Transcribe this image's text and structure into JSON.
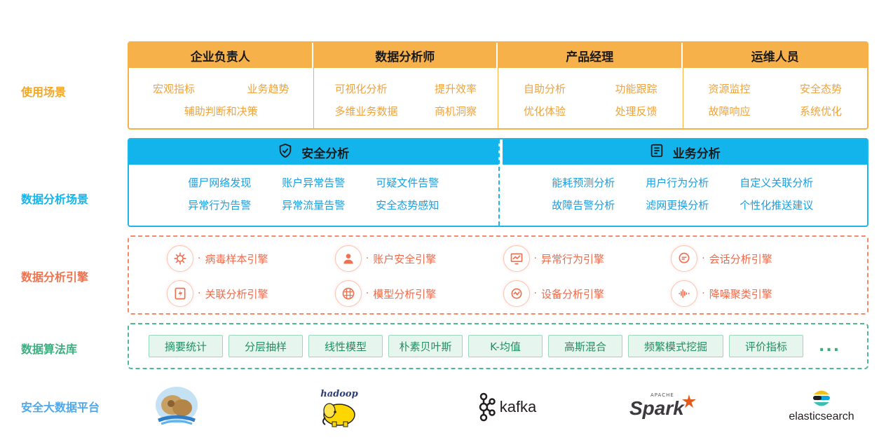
{
  "rows": {
    "usage": "使用场景",
    "scenario": "数据分析场景",
    "engine": "数据分析引擎",
    "algorithm": "数据算法库",
    "platform": "安全大数据平台"
  },
  "colors": {
    "usage": "#f5a623",
    "scenario": "#13b4ec",
    "engine": "#f58a6a",
    "algorithm": "#3cae7f",
    "platform": "#4ea8ec"
  },
  "usage": [
    {
      "title": "企业负责人",
      "items": [
        "宏观指标",
        "业务趋势",
        "辅助判断和决策"
      ]
    },
    {
      "title": "数据分析师",
      "items": [
        "可视化分析",
        "提升效率",
        "多维业务数据",
        "商机洞察"
      ]
    },
    {
      "title": "产品经理",
      "items": [
        "自助分析",
        "功能跟踪",
        "优化体验",
        "处理反馈"
      ]
    },
    {
      "title": "运维人员",
      "items": [
        "资源监控",
        "安全态势",
        "故障响应",
        "系统优化"
      ]
    }
  ],
  "scenarios": [
    {
      "title": "安全分析",
      "icon": "shield-icon",
      "items": [
        "僵尸网络发现",
        "账户异常告警",
        "可疑文件告警",
        "异常行为告警",
        "异常流量告警",
        "安全态势感知"
      ]
    },
    {
      "title": "业务分析",
      "icon": "document-icon",
      "items": [
        "能耗预测分析",
        "用户行为分析",
        "自定义关联分析",
        "故障告警分析",
        "滤网更换分析",
        "个性化推送建议"
      ]
    }
  ],
  "engines": [
    {
      "label": "病毒样本引擎",
      "icon": "virus-icon"
    },
    {
      "label": "账户安全引擎",
      "icon": "user-icon"
    },
    {
      "label": "异常行为引擎",
      "icon": "monitor-icon"
    },
    {
      "label": "会话分析引擎",
      "icon": "chat-icon"
    },
    {
      "label": "关联分析引擎",
      "icon": "lightning-icon"
    },
    {
      "label": "模型分析引擎",
      "icon": "grid-icon"
    },
    {
      "label": "设备分析引擎",
      "icon": "device-icon"
    },
    {
      "label": "降噪聚类引擎",
      "icon": "waveform-icon"
    }
  ],
  "engine_dot": "·",
  "algorithms": [
    "摘要统计",
    "分层抽样",
    "线性模型",
    "朴素贝叶斯",
    "K-均值",
    "高斯混合",
    "频繁模式挖掘",
    "评价指标"
  ],
  "algorithms_more": "...",
  "platforms": [
    {
      "name": "flume-logo"
    },
    {
      "name": "hadoop-logo",
      "text": "hadoop"
    },
    {
      "name": "kafka-logo",
      "text": "kafka"
    },
    {
      "name": "spark-logo",
      "text": "Spark",
      "sub": "APACHE"
    },
    {
      "name": "elasticsearch-logo",
      "text": "elasticsearch"
    }
  ]
}
